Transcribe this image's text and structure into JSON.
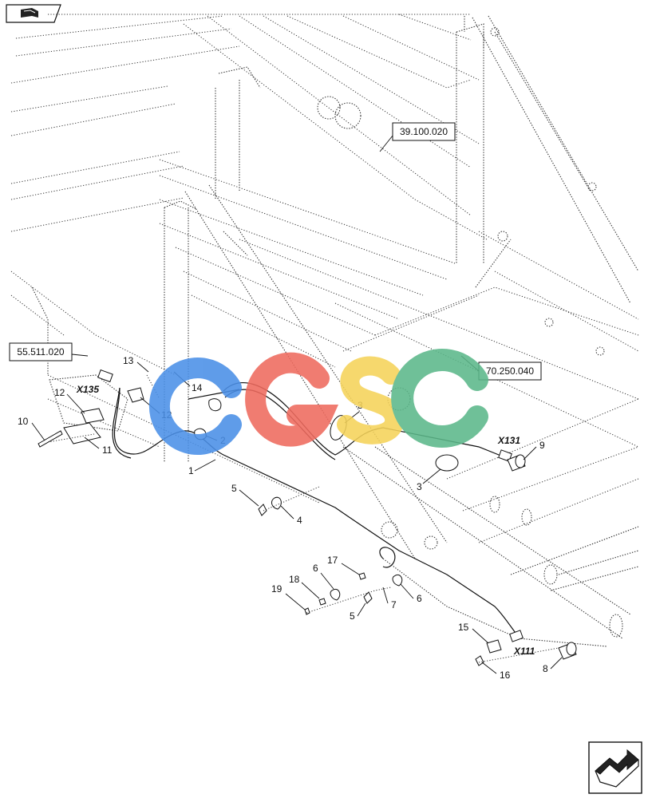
{
  "header": {
    "icon": "book-open-icon"
  },
  "footer": {
    "icon": "next-page-arrow-icon"
  },
  "watermark": {
    "text": "CGSC",
    "colors": [
      "#4a8fe7",
      "#ef6a5e",
      "#f5d35a",
      "#5cb88a"
    ]
  },
  "references": {
    "r1": "39.100.020",
    "r2": "55.511.020",
    "r3": "70.250.040"
  },
  "connectors": {
    "c1": "X135",
    "c2": "X131",
    "c3": "X111"
  },
  "callouts": {
    "n1": "1",
    "n2": "2",
    "n3a": "3",
    "n3b": "3",
    "n4": "4",
    "n5a": "5",
    "n5b": "5",
    "n6a": "6",
    "n6b": "6",
    "n7": "7",
    "n8": "8",
    "n9": "9",
    "n10": "10",
    "n11": "11",
    "n12a": "12",
    "n12b": "12",
    "n13": "13",
    "n14": "14",
    "n15": "15",
    "n16": "16",
    "n17": "17",
    "n18": "18",
    "n19": "19"
  }
}
